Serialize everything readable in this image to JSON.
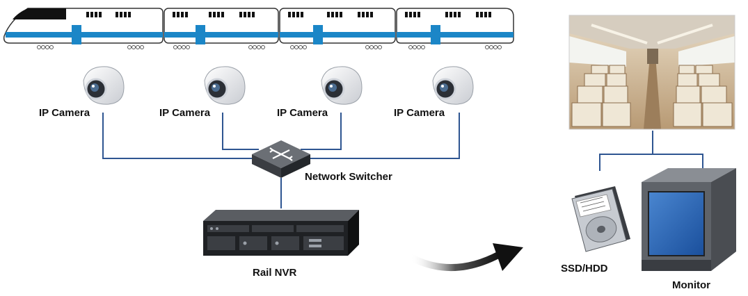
{
  "labels": {
    "camera": "IP Camera",
    "switch": "Network Switcher",
    "nvr": "Rail NVR",
    "storage": "SSD/HDD",
    "monitor": "Monitor"
  },
  "colors": {
    "wire": "#2e5591",
    "train_stripe": "#1b86c7",
    "arrow": "#1a1a1a"
  }
}
